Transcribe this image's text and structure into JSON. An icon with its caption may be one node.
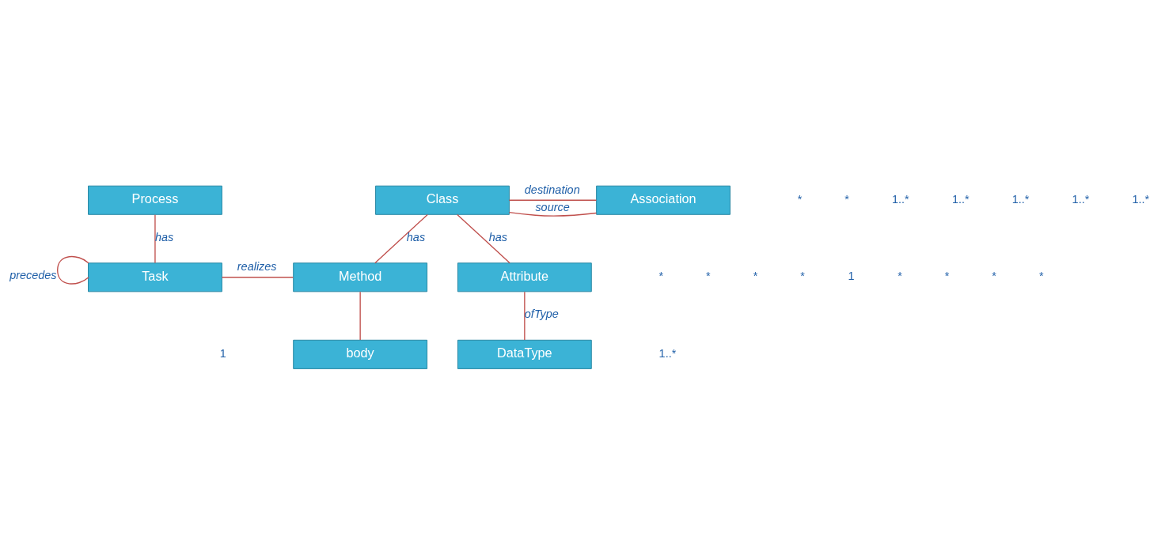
{
  "diagram": {
    "nodes": [
      {
        "text": [
          "Process"
        ]
      },
      {
        "text": [
          "Class"
        ]
      },
      {
        "text": [
          "Association"
        ]
      },
      {
        "text": [
          "Task"
        ]
      },
      {
        "text": [
          "Method"
        ]
      },
      {
        "text": [
          "Attribute"
        ]
      },
      {
        "text": [
          "body"
        ]
      },
      {
        "text": [
          "DataType"
        ]
      }
    ],
    "edges": [
      {
        "from": 0,
        "to": 3,
        "arrow": "none",
        "label": "has"
      },
      {
        "from": 3,
        "to": 3,
        "arrow": "none",
        "label": "precedes"
      },
      {
        "from": 1,
        "to": 2,
        "arrow": "none",
        "label": "source"
      },
      {
        "from": 1,
        "to": 2,
        "arrow": "none",
        "label": "destination"
      },
      {
        "from": 1,
        "to": 4,
        "arrow": "none",
        "label": "has"
      },
      {
        "from": 1,
        "to": 5,
        "arrow": "none",
        "label": "has"
      },
      {
        "from": 3,
        "to": 4,
        "arrow": "none",
        "label": "realizes"
      },
      {
        "from": 4,
        "to": 6,
        "arrow": "none"
      },
      {
        "from": 5,
        "to": 7,
        "arrow": "none",
        "label": "ofType"
      }
    ],
    "labels": [
      "1..*",
      "*",
      "1..*",
      "1..*",
      "1..*",
      "1..*",
      "*",
      "*",
      "*",
      "*",
      "*",
      "*",
      "*",
      "*",
      "1",
      "*",
      "1",
      "1..*"
    ]
  }
}
